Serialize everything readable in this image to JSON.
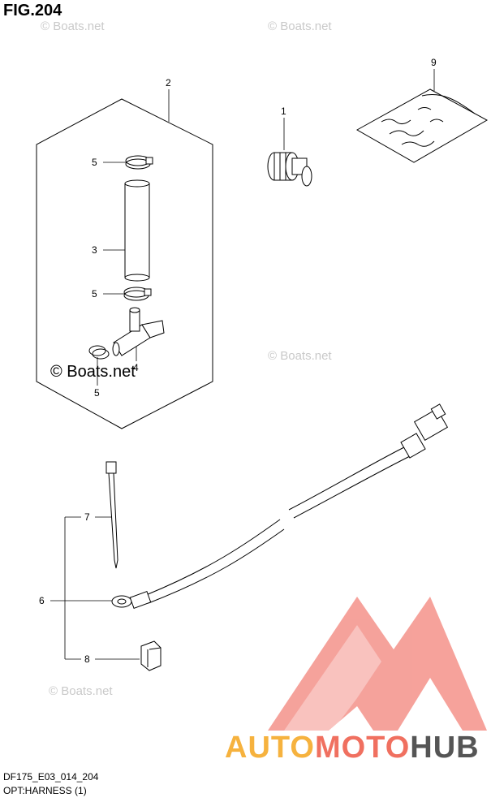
{
  "figure": {
    "title": "FIG.204"
  },
  "caption": {
    "model_code": "DF175_E03_014_204",
    "section": "OPT:HARNESS (1)"
  },
  "watermark": {
    "text": "© Boats.net"
  },
  "brand": {
    "part1": "AUTO",
    "part2": "MOTO",
    "part3": "HUB",
    "colors": {
      "auto": "#f6b23e",
      "moto": "#f07060",
      "hub": "#555555",
      "logo": "#f08a80"
    }
  },
  "callouts": [
    {
      "number": "1",
      "part": "connector-plug"
    },
    {
      "number": "2",
      "part": "hose-kit-group"
    },
    {
      "number": "3",
      "part": "hose"
    },
    {
      "number": "4",
      "part": "t-joint"
    },
    {
      "number": "5",
      "part": "hose-clip"
    },
    {
      "number": "6",
      "part": "harness-cable"
    },
    {
      "number": "7",
      "part": "cable-tie"
    },
    {
      "number": "8",
      "part": "fuse"
    },
    {
      "number": "9",
      "part": "grease-bag"
    }
  ]
}
